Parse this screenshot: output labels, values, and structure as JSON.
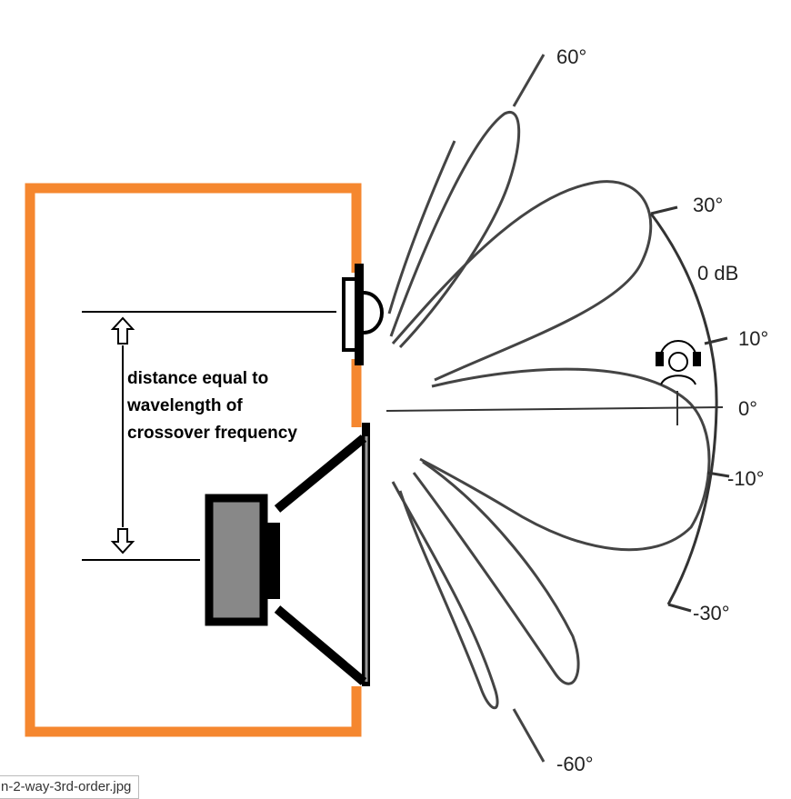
{
  "diagram": {
    "note_lines": [
      "distance equal to",
      "wavelength of",
      "crossover frequency"
    ],
    "angle_labels": {
      "deg60": "60°",
      "deg30": "30°",
      "db0": "0 dB",
      "deg10": "10°",
      "deg0": "0°",
      "degm10": "-10°",
      "degm30": "-30°",
      "degm60": "-60°"
    },
    "colors": {
      "cabinet": "#F5872F",
      "driver_cone": "#888888",
      "lobe": "#444444"
    }
  },
  "caption": "n-2-way-3rd-order.jpg"
}
